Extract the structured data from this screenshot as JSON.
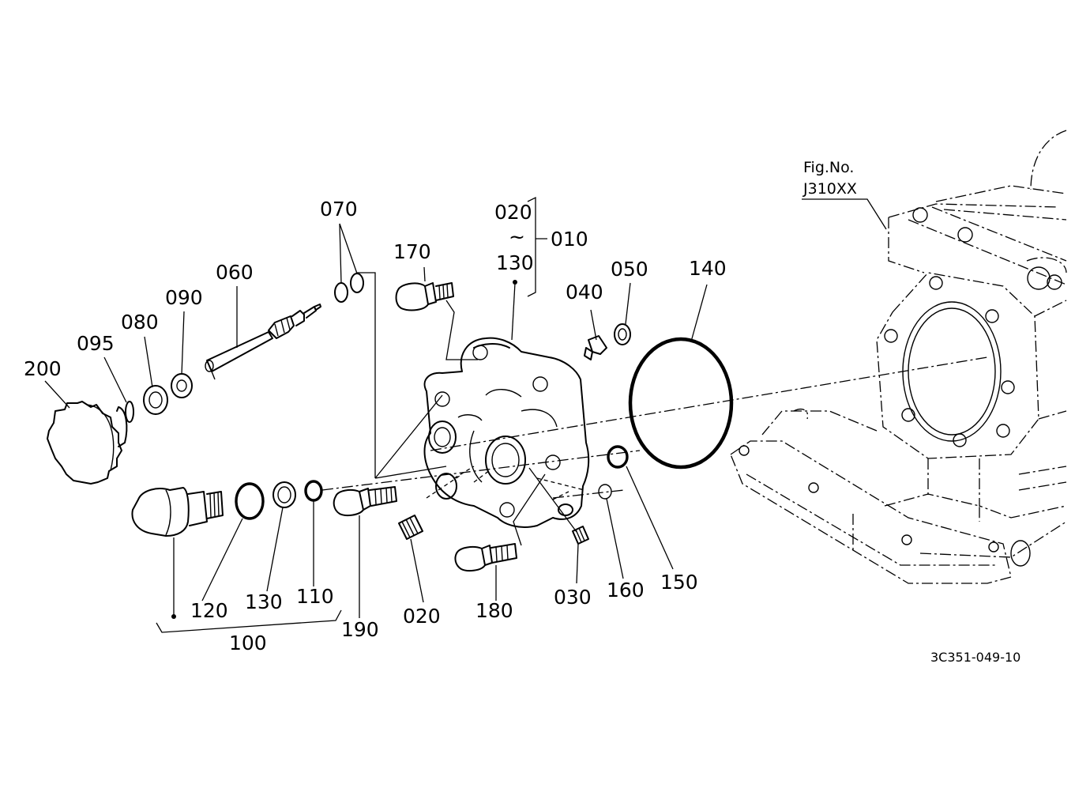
{
  "labels": {
    "l200": "200",
    "l095": "095",
    "l080": "080",
    "l090": "090",
    "l060": "060",
    "l070": "070",
    "l170": "170",
    "l020top": "020",
    "tilde": "~",
    "l130top": "130",
    "l010": "010",
    "l040": "040",
    "l050": "050",
    "l140": "140",
    "l120": "120",
    "l130": "130",
    "l110": "110",
    "l100": "100",
    "l190": "190",
    "l020": "020",
    "l180": "180",
    "l030": "030",
    "l160": "160",
    "l150": "150"
  },
  "reference": {
    "fig_label": "Fig.No.",
    "fig_number": "J310XX"
  },
  "drawing_code": "3C351-049-10"
}
